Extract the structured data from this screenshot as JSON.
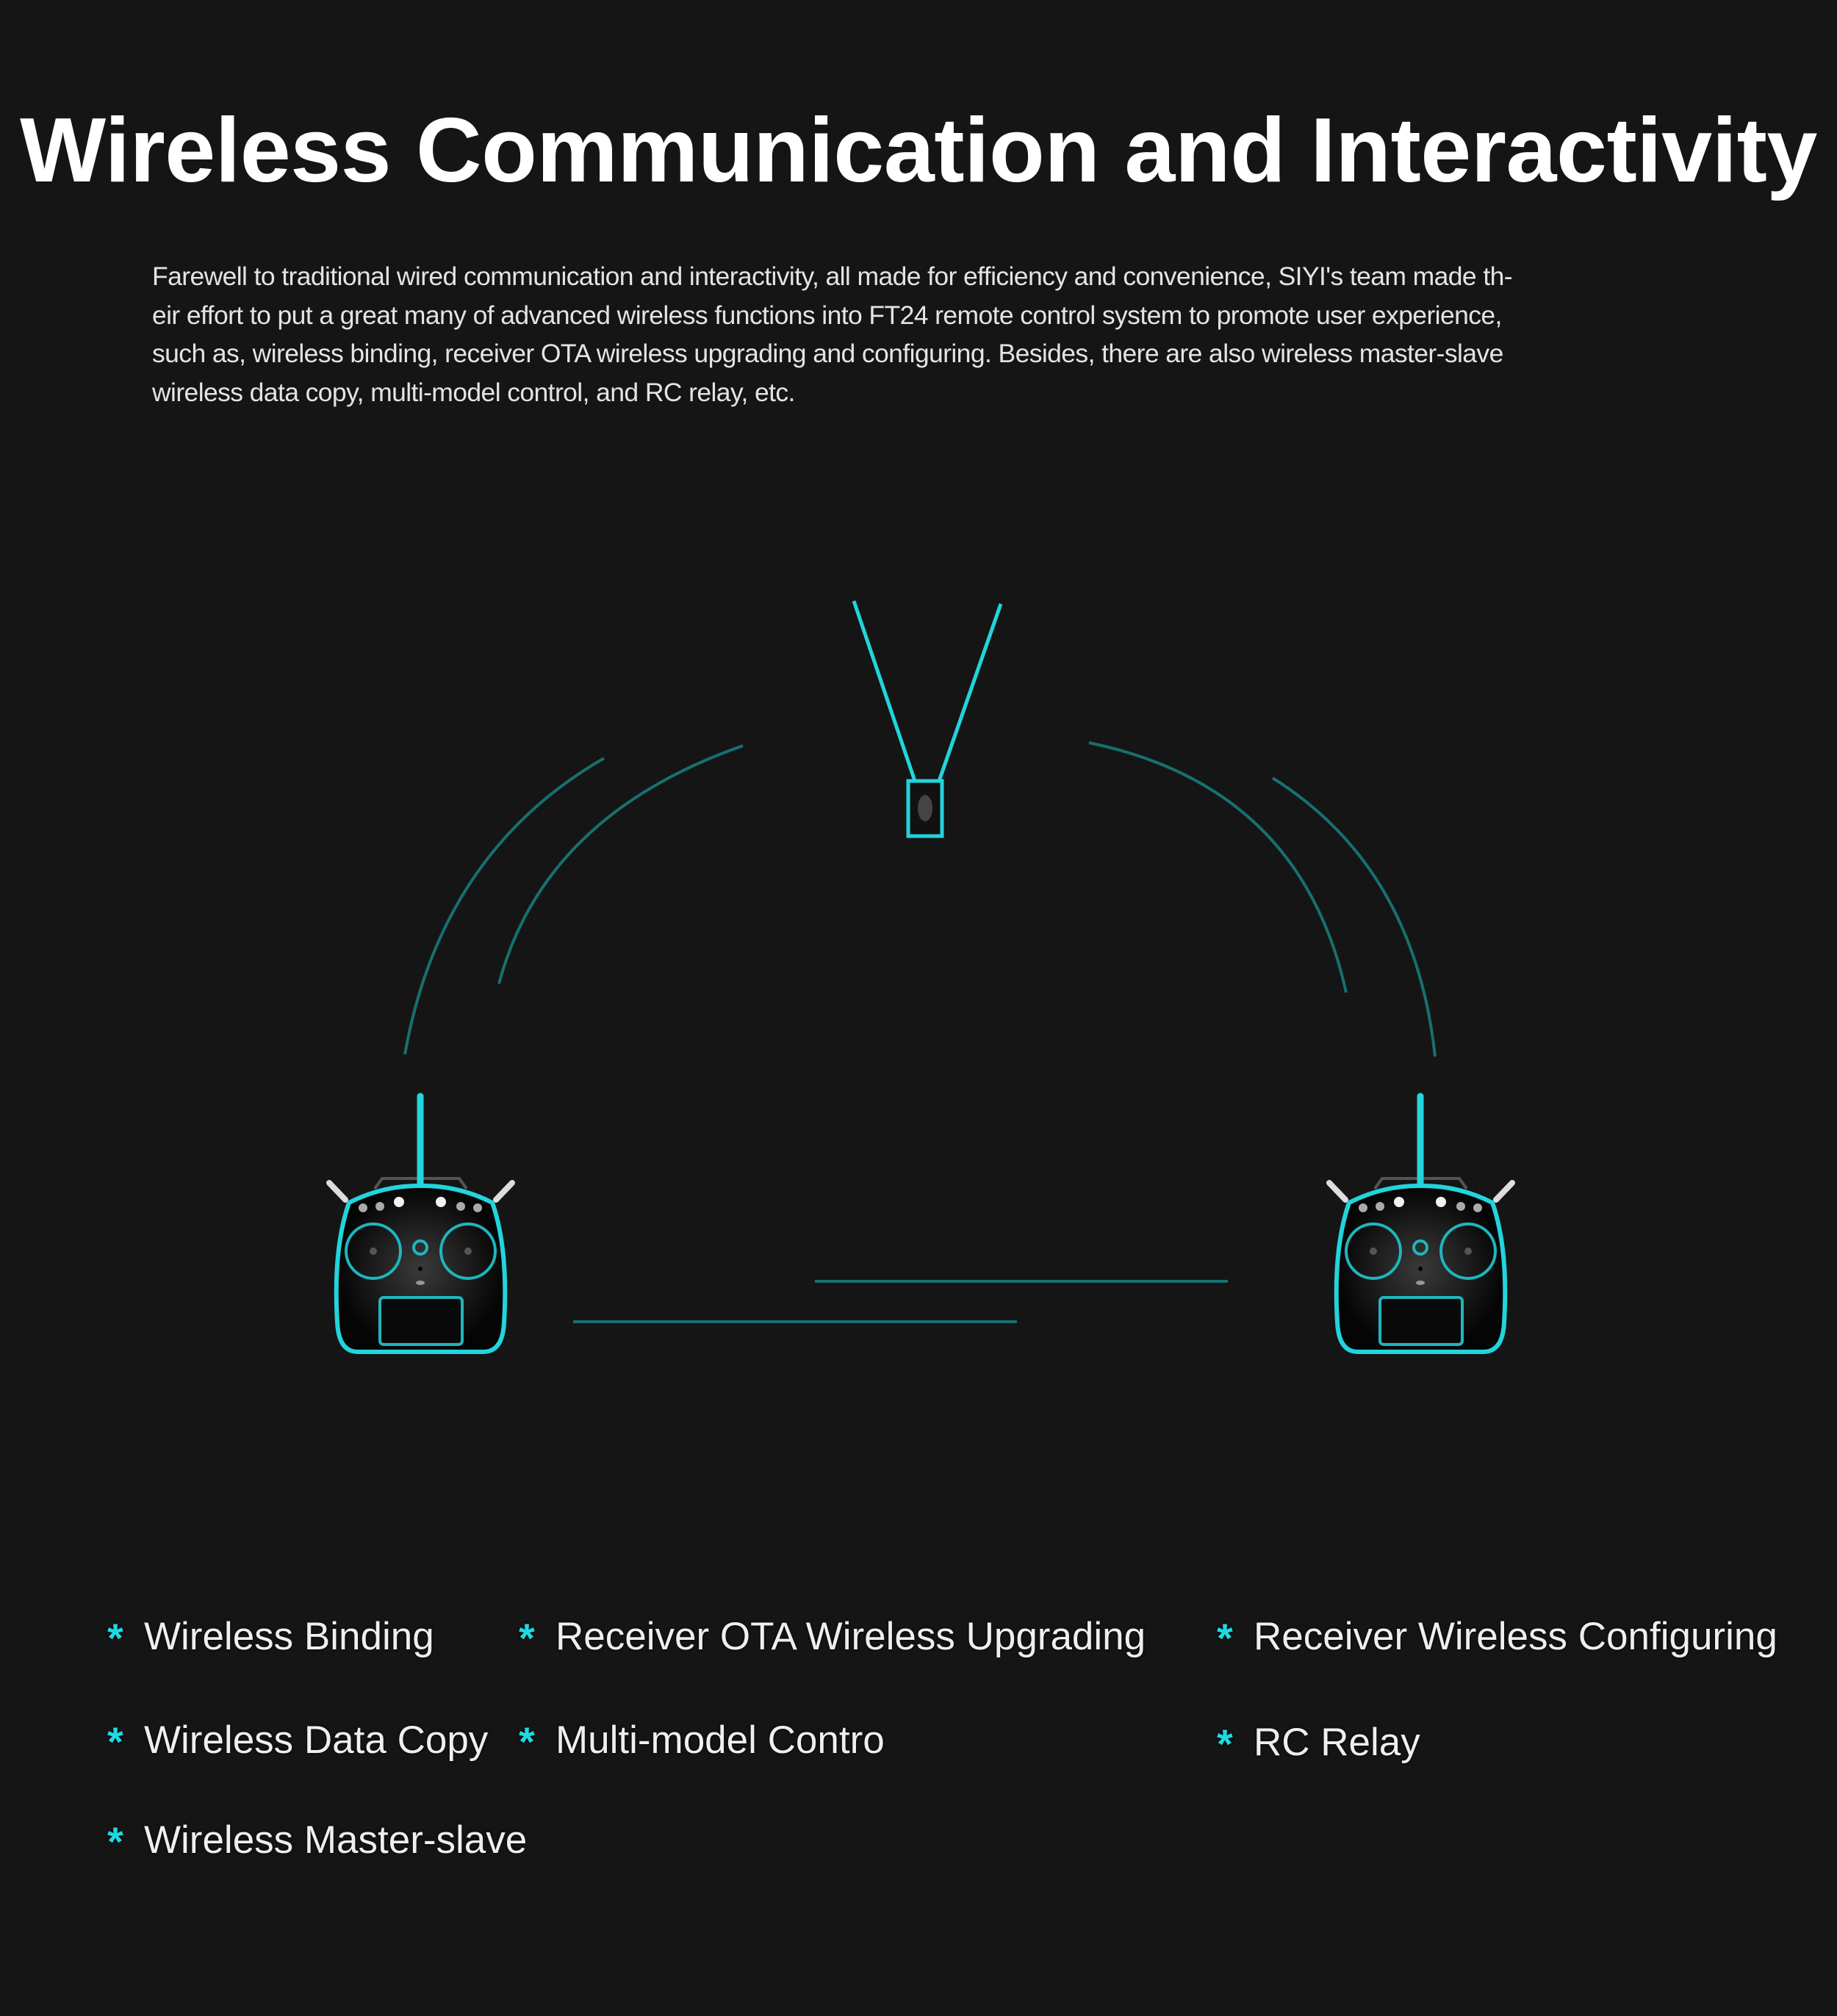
{
  "title": "Wireless Communication and Interactivity",
  "intro_lines": [
    "Farewell to traditional wired communication and interactivity, all made for efficiency and convenience, SIYI's team made th-",
    "eir effort to put a great many of advanced wireless functions into FT24 remote control system to promote user experience,",
    "such as, wireless binding, receiver OTA wireless upgrading and configuring. Besides, there are also wireless master-slave",
    "wireless data copy, multi-model control, and RC relay, etc."
  ],
  "bullet_icon": "asterisk-icon",
  "bullet_glyph": "*",
  "features": [
    "Wireless Binding",
    "Receiver OTA Wireless Upgrading",
    "Receiver Wireless Configuring",
    "Wireless Data Copy",
    "Multi-model Contro",
    "RC Relay",
    "Wireless Master-slave"
  ],
  "colors": {
    "background": "#151515",
    "accent": "#1fd9e2",
    "signal": "#1a7a7a"
  }
}
